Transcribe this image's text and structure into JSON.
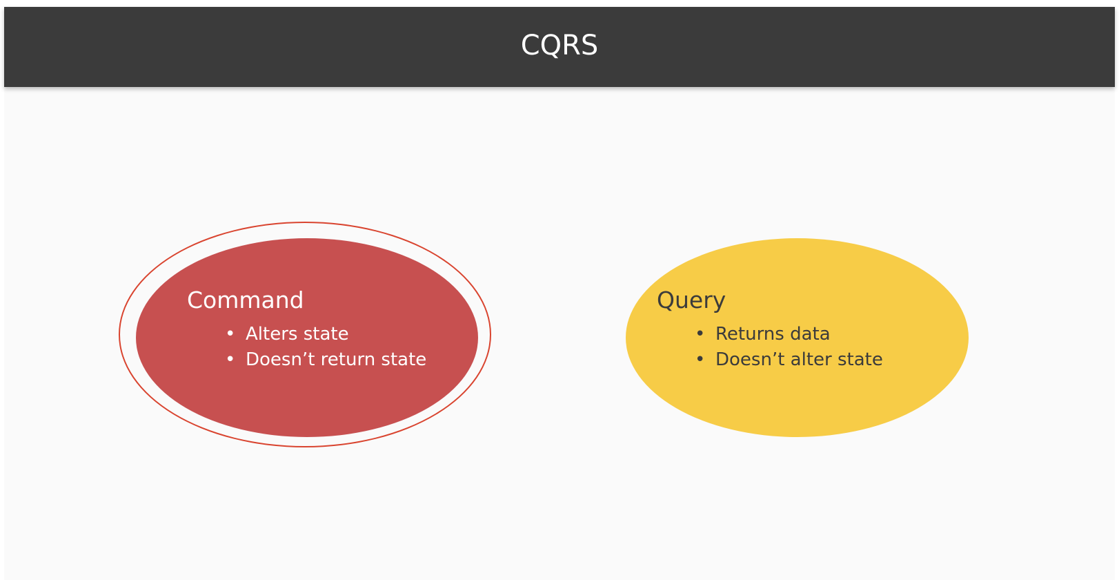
{
  "slide": {
    "title": "CQRS"
  },
  "command": {
    "heading": "Command",
    "bullets": [
      "Alters state",
      "Doesn’t return state"
    ],
    "fill_color": "#c75050",
    "ring_color": "#d9442f"
  },
  "query": {
    "heading": "Query",
    "bullets": [
      "Returns data",
      "Doesn’t alter state"
    ],
    "fill_color": "#f7cc47"
  },
  "theme": {
    "title_bar_color": "#3b3b3b",
    "background_color": "#fafafa"
  }
}
